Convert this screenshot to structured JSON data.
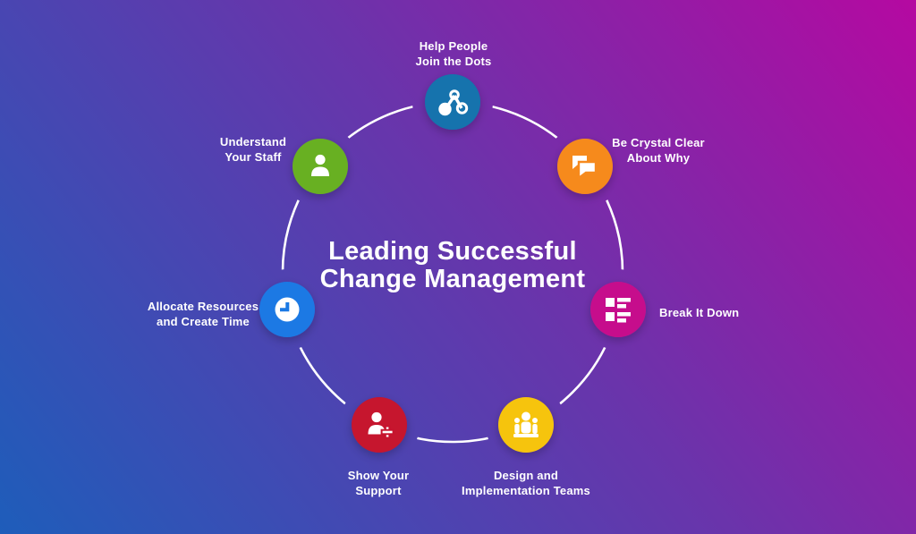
{
  "title": {
    "lines": [
      "Leading Successful",
      "Change Management"
    ]
  },
  "colors": {
    "background_gradient_start": "#1e5dba",
    "background_gradient_end": "#b509a1",
    "ring": "#ffffff",
    "icon_fill": "#ffffff",
    "text": "#ffffff"
  },
  "nodes": [
    {
      "id": "help-people-join-the-dots",
      "icon": "network-dots-icon",
      "color": "#1273ad",
      "lines": [
        "Help People",
        "Join the Dots"
      ]
    },
    {
      "id": "be-crystal-clear-about-why",
      "icon": "chat-bubbles-icon",
      "color": "#f68a1e",
      "lines": [
        "Be Crystal Clear",
        "About Why"
      ]
    },
    {
      "id": "break-it-down",
      "icon": "list-icon",
      "color": "#c6118c",
      "lines": [
        "Break It Down"
      ]
    },
    {
      "id": "design-and-implementation-teams",
      "icon": "team-icon",
      "color": "#f6c40e",
      "lines": [
        "Design and",
        "Implementation Teams"
      ]
    },
    {
      "id": "show-your-support",
      "icon": "add-person-icon",
      "color": "#c6132e",
      "lines": [
        "Show Your",
        "Support"
      ]
    },
    {
      "id": "allocate-resources-and-create-time",
      "icon": "clock-icon",
      "color": "#1b79e4",
      "lines": [
        "Allocate Resources",
        "and Create Time"
      ]
    },
    {
      "id": "understand-your-staff",
      "icon": "person-icon",
      "color": "#68b020",
      "lines": [
        "Understand",
        "Your Staff"
      ]
    }
  ]
}
